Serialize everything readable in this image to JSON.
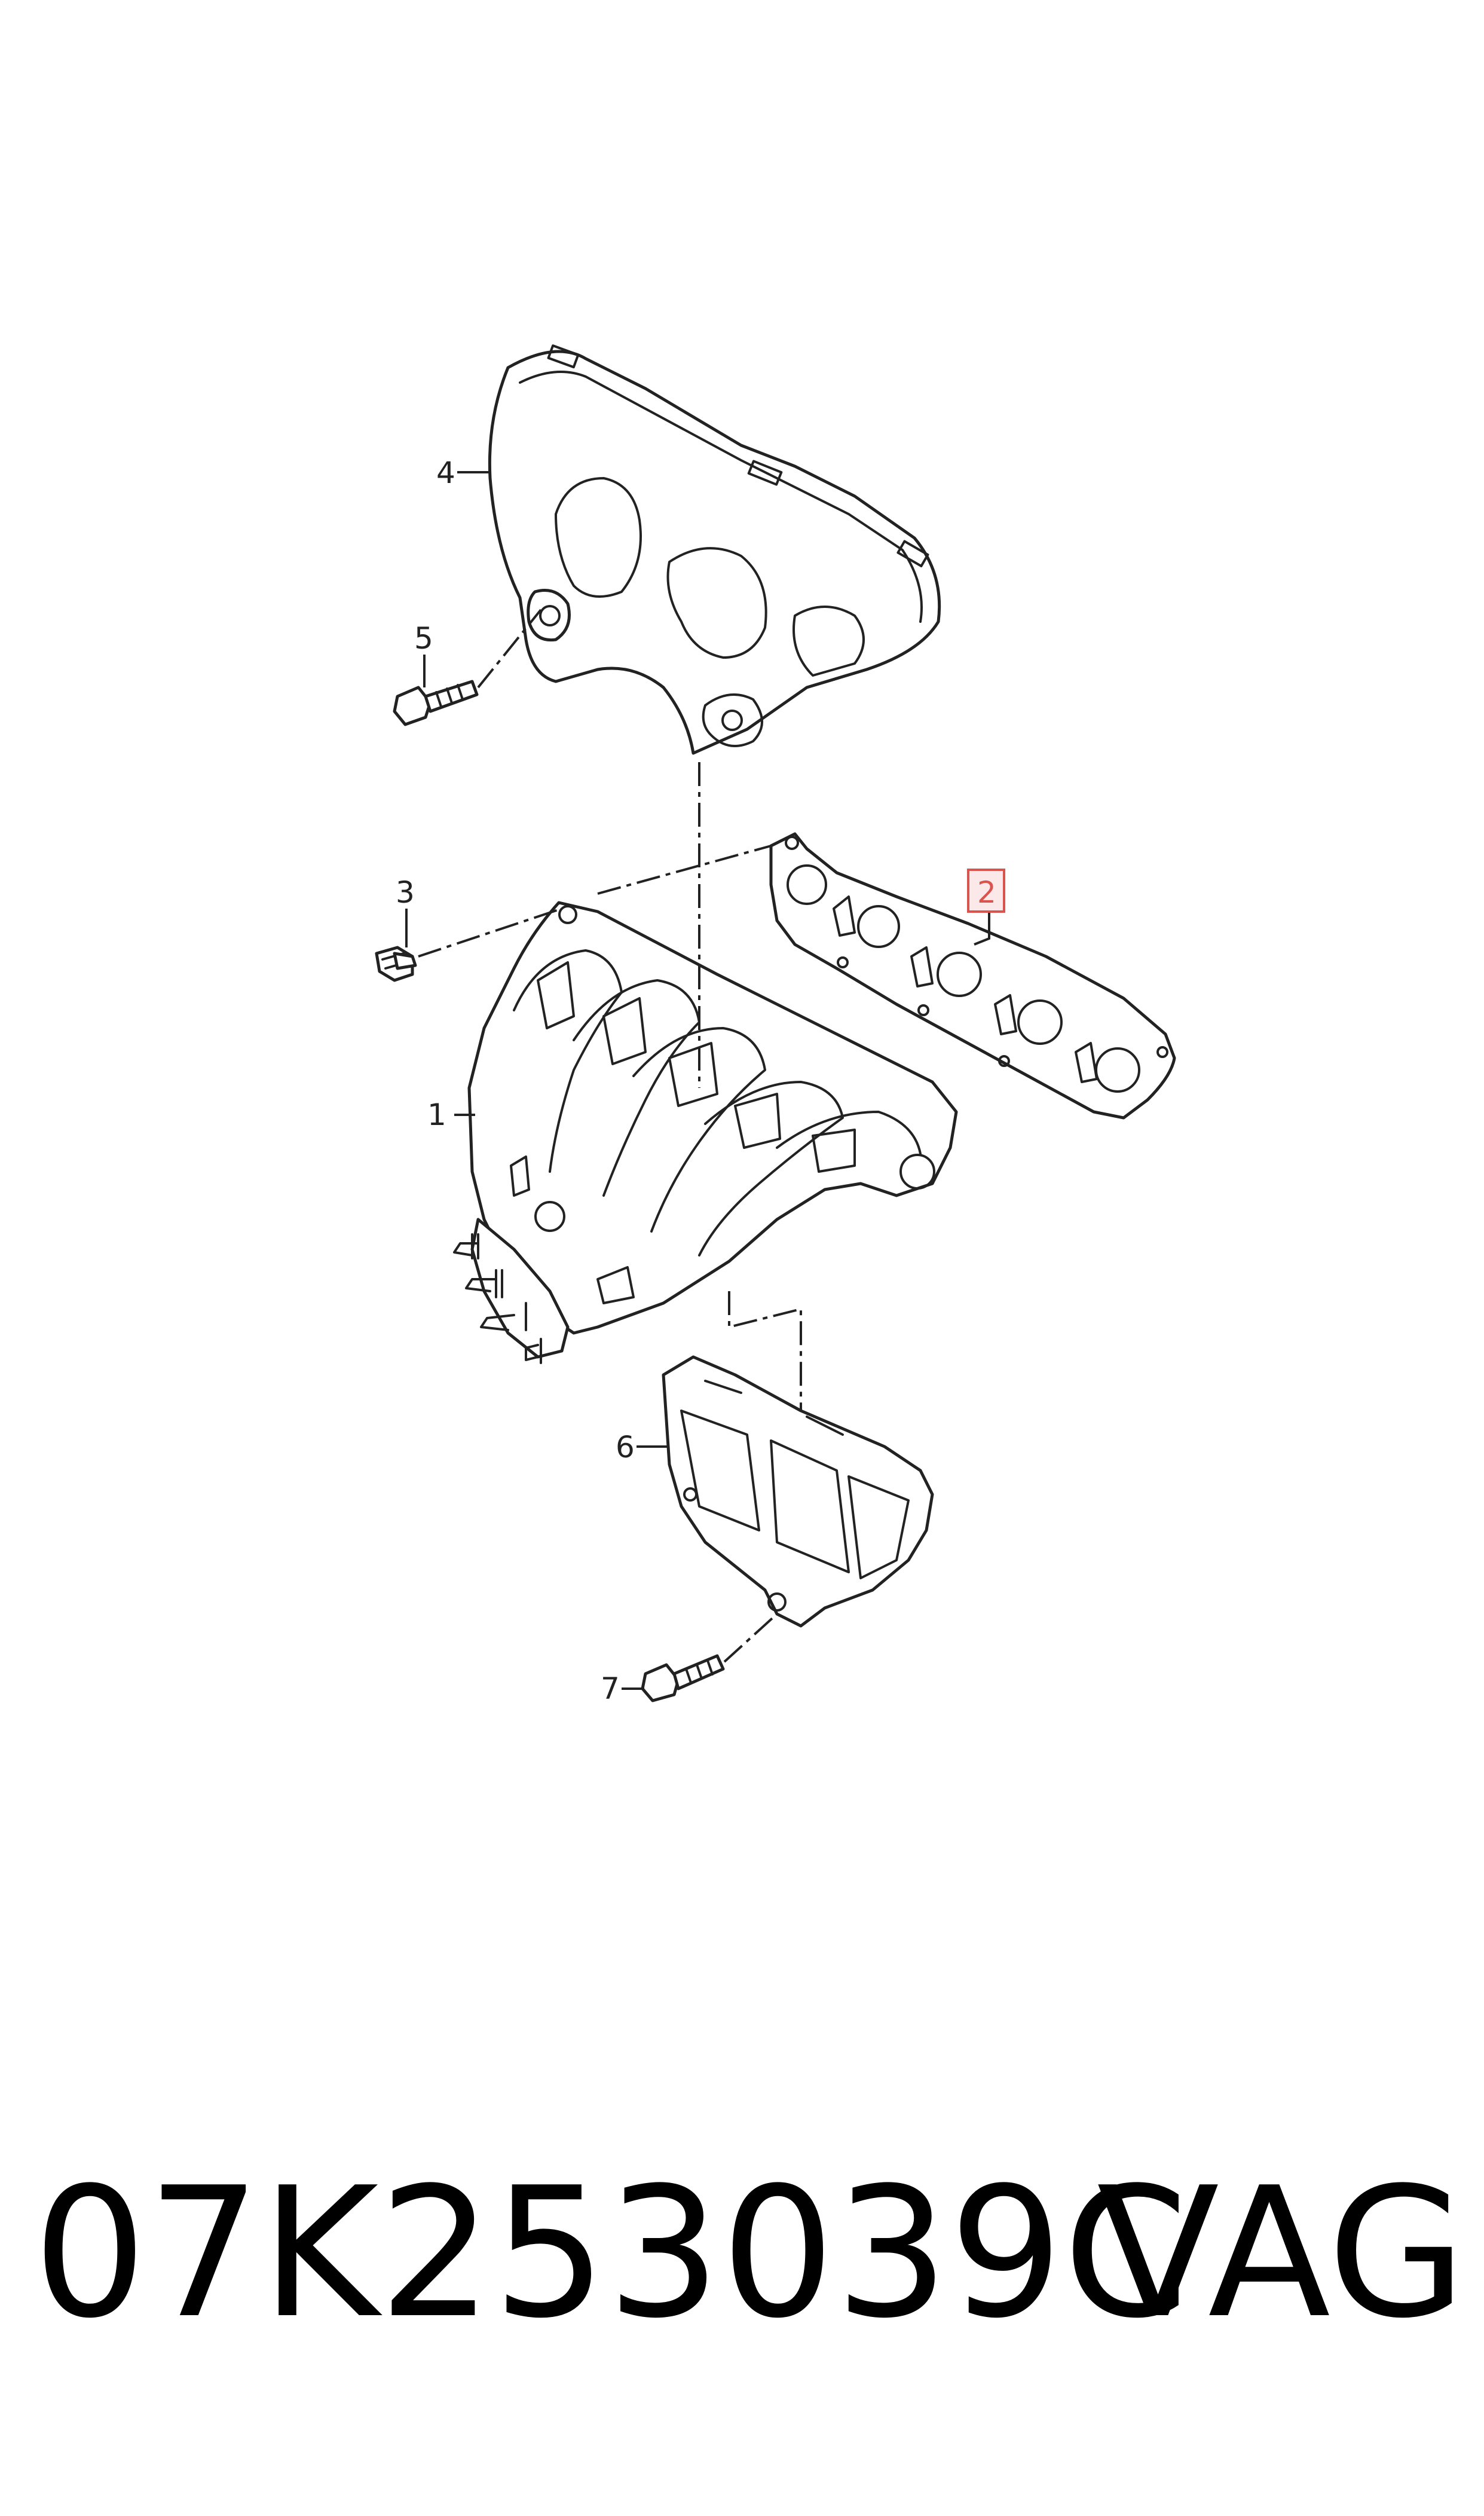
{
  "callouts": [
    {
      "id": "1",
      "label": "1"
    },
    {
      "id": "2",
      "label": "2",
      "highlighted": true
    },
    {
      "id": "3",
      "label": "3"
    },
    {
      "id": "4",
      "label": "4"
    },
    {
      "id": "5",
      "label": "5"
    },
    {
      "id": "6",
      "label": "6"
    },
    {
      "id": "7",
      "label": "7"
    }
  ],
  "caption": {
    "part_number": "07K253039C",
    "brand": "VAG"
  },
  "colors": {
    "line": "#222222",
    "highlight": "#d9534f",
    "highlight_fill": "#fbe9e9"
  }
}
